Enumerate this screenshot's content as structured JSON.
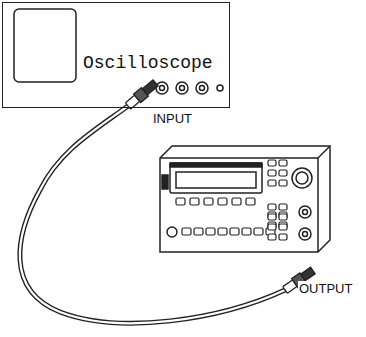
{
  "diagram": {
    "nodes": [
      {
        "text": [
          "Oscilloscope"
        ]
      }
    ],
    "labels": [
      "INPUT",
      "OUTPUT"
    ]
  }
}
